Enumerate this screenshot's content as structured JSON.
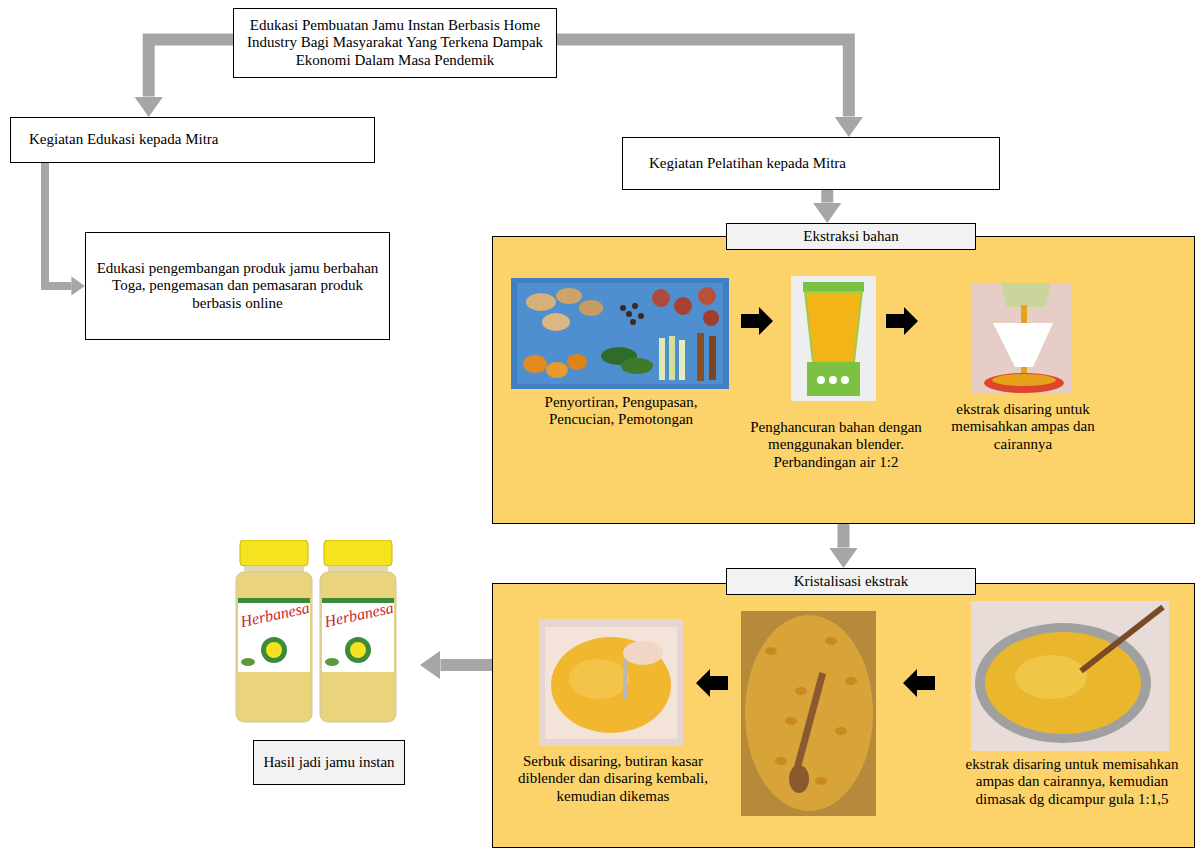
{
  "diagram": {
    "nodes": [
      {
        "text": [
          "Edukasi Pembuatan Jamu Instan Berbasis Home Industry Bagi Masyarakat Yang Terkena Dampak Ekonomi Dalam Masa Pendemik"
        ]
      },
      {
        "text": [
          "Kegiatan Edukasi kepada Mitra"
        ]
      },
      {
        "text": [
          "Edukasi pengembangan produk jamu berbahan Toga, pengemasan dan pemasaran produk berbasis online"
        ]
      },
      {
        "text": [
          "Kegiatan Pelatihan kepada Mitra"
        ]
      },
      {
        "text": [
          "Ekstraksi bahan",
          "Penyortiran, Pengupasan, Pencucian, Pemotongan",
          "Penghancuran bahan dengan menggunakan blender. Perbandingan air 1:2",
          "ekstrak disaring untuk memisahkan ampas dan cairannya"
        ]
      },
      {
        "text": [
          "Kristalisasi ekstrak",
          "Serbuk disaring, butiran kasar diblender dan disaring kembali, kemudian dikemas",
          "ekstrak disaring untuk memisahkan ampas dan cairannya, kemudian dimasak dg dicampur gula 1:1,5"
        ]
      },
      {
        "text": [
          "Hasil jadi jamu instan"
        ]
      }
    ],
    "edges": [
      {
        "from": 0,
        "to": 1,
        "arrow": "to"
      },
      {
        "from": 0,
        "to": 3,
        "arrow": "to"
      },
      {
        "from": 1,
        "to": 2,
        "arrow": "to"
      },
      {
        "from": 3,
        "to": 4,
        "arrow": "to"
      },
      {
        "from": 4,
        "to": 5,
        "arrow": "to"
      },
      {
        "from": 5,
        "to": 6,
        "arrow": "to"
      }
    ],
    "labels": [
      "Herbanesa",
      "Herbanesa"
    ]
  }
}
